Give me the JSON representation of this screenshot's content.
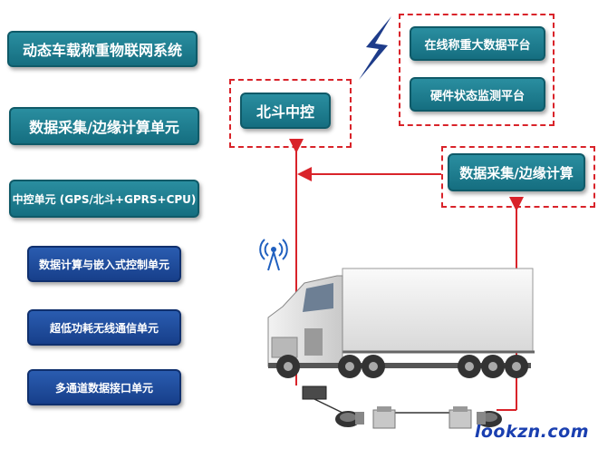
{
  "left_column": [
    {
      "label": "动态车载称重物联网系统"
    },
    {
      "label": "数据采集/边缘计算单元"
    },
    {
      "label": "中控单元 (GPS/北斗+GPRS+CPU)"
    },
    {
      "label": "数据计算与嵌入式控制单元"
    },
    {
      "label": "超低功耗无线通信单元"
    },
    {
      "label": "多通道数据接口单元"
    }
  ],
  "diagram": {
    "cloud_platform_1": "在线称重大数据平台",
    "cloud_platform_2": "硬件状态监测平台",
    "beidou_control": "北斗中控",
    "edge_compute": "数据采集/边缘计算"
  },
  "watermark": "lookzn.com",
  "colors": {
    "accent_teal": "#1a7f91",
    "accent_blue": "#1f4d9e",
    "link_red": "#d9232a"
  }
}
